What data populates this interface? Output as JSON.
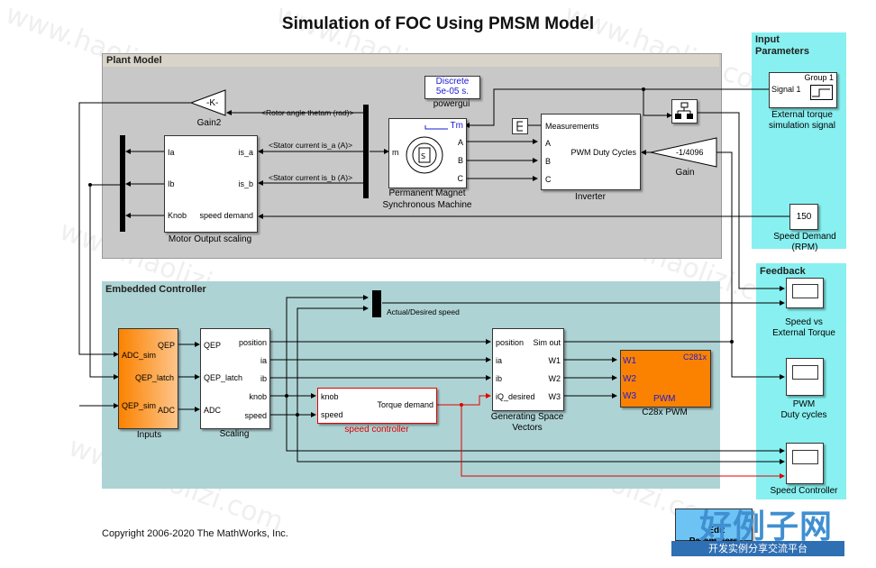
{
  "title": "Simulation of FOC Using PMSM Model",
  "areas": {
    "plant": "Plant Model",
    "controller": "Embedded Controller",
    "input": "Input\nParameters",
    "feedback": "Feedback"
  },
  "blocks": {
    "gain2": {
      "text": "-K-",
      "caption": "Gain2"
    },
    "powergui": {
      "line1": "Discrete",
      "line2": "5e-05 s.",
      "caption": "powergui"
    },
    "motor_scaling": {
      "in_ia": "Ia",
      "in_ib": "Ib",
      "in_knob": "Knob",
      "out_isa": "is_a",
      "out_isb": "is_b",
      "out_speed": "speed demand",
      "caption": "Motor Output scaling"
    },
    "pmsm": {
      "tm": "Tm",
      "m": "m",
      "a": "A",
      "b": "B",
      "c": "C",
      "caption1": "Permanent Magnet",
      "caption2": "Synchronous Machine"
    },
    "inverter": {
      "meas": "Measurements",
      "pwm": "PWM Duty Cycles",
      "a": "A",
      "b": "B",
      "c": "C",
      "caption": "Inverter"
    },
    "gain": {
      "text": "-1/4096",
      "caption": "Gain"
    },
    "ext_torque": {
      "group": "Group 1",
      "signal": "Signal 1",
      "caption1": "External torque",
      "caption2": "simulation signal"
    },
    "speed_demand": {
      "value": "150",
      "caption1": "Speed Demand",
      "caption2": "(RPM)"
    },
    "inputs": {
      "p1": "ADC_sim",
      "p2": "QEP_latch",
      "p3": "QEP_sim",
      "o1": "QEP",
      "o2": "ADC",
      "caption": "Inputs"
    },
    "scaling": {
      "i1": "QEP",
      "i2": "QEP_latch",
      "i3": "ADC",
      "o1": "position",
      "o2": "ia",
      "o3": "ib",
      "o4": "knob",
      "o5": "speed",
      "caption": "Scaling"
    },
    "speed_controller": {
      "i1": "knob",
      "i2": "speed",
      "o1": "Torque demand",
      "caption": "speed controller"
    },
    "gen_vectors": {
      "i1": "position",
      "i2": "ia",
      "i3": "ib",
      "i4": "iQ_desired",
      "o1": "Sim out",
      "o2": "W1",
      "o3": "W2",
      "o4": "W3",
      "caption1": "Generating Space",
      "caption2": "Vectors"
    },
    "c28x_pwm": {
      "brand": "C281x",
      "w1": "W1",
      "w2": "W2",
      "w3": "W3",
      "label": "PWM",
      "caption": "C28x PWM"
    },
    "scope_speed": {
      "caption1": "Speed vs",
      "caption2": "External Torque"
    },
    "scope_pwm": {
      "caption1": "PWM",
      "caption2": "Duty cycles"
    },
    "scope_ctrl": {
      "caption": "Speed Controller"
    },
    "edit_params": {
      "label": "Edit\nParameters"
    }
  },
  "signals": {
    "rotor_angle": "<Rotor angle thetam (rad)>",
    "stator_a": "<Stator current is_a (A)>",
    "stator_b": "<Stator current is_b (A)>",
    "actual_desired": "Actual/Desired speed"
  },
  "copyright": "Copyright 2006-2020 The MathWorks, Inc.",
  "watermark": {
    "text": "www.haolizi.com",
    "site_cn": "好例子网",
    "slogan_cn": "开发实例分享交流平台"
  },
  "colors": {
    "plant_bg": "#c8c8c8",
    "controller_bg": "#aed3d4",
    "cyan_panel": "#88f0f0",
    "orange": "#fb8200",
    "red_wire": "#e00000",
    "blue_tm": "#1a1ad8"
  }
}
